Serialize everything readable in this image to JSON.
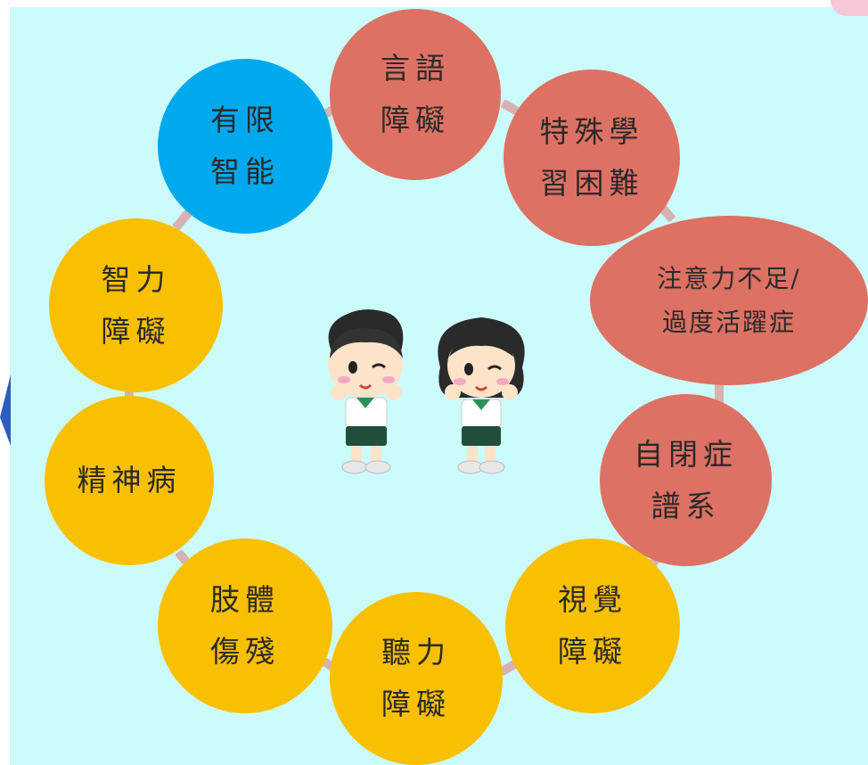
{
  "nodes": {
    "speech": {
      "line1": "言語",
      "line2": "障礙",
      "color": "#dd7163"
    },
    "sld": {
      "line1": "特殊學",
      "line2": "習困難",
      "color": "#dd7163"
    },
    "adhd": {
      "line1": "注意力不足/",
      "line2": "過度活躍症",
      "color": "#dd7163"
    },
    "autism": {
      "line1": "自閉症",
      "line2": "譜系",
      "color": "#dd7163"
    },
    "visual": {
      "line1": "視覺",
      "line2": "障礙",
      "color": "#f9bf01"
    },
    "hearing": {
      "line1": "聽力",
      "line2": "障礙",
      "color": "#f9bf01"
    },
    "physical": {
      "line1": "肢體",
      "line2": "傷殘",
      "color": "#f9bf01"
    },
    "mental": {
      "line1": "精神病",
      "color": "#f9bf01"
    },
    "intellectual": {
      "line1": "智力",
      "line2": "障礙",
      "color": "#f9bf01"
    },
    "limited": {
      "line1": "有限",
      "line2": "智能",
      "color": "#00a9ed"
    }
  },
  "background_color": "#ccfbfb"
}
